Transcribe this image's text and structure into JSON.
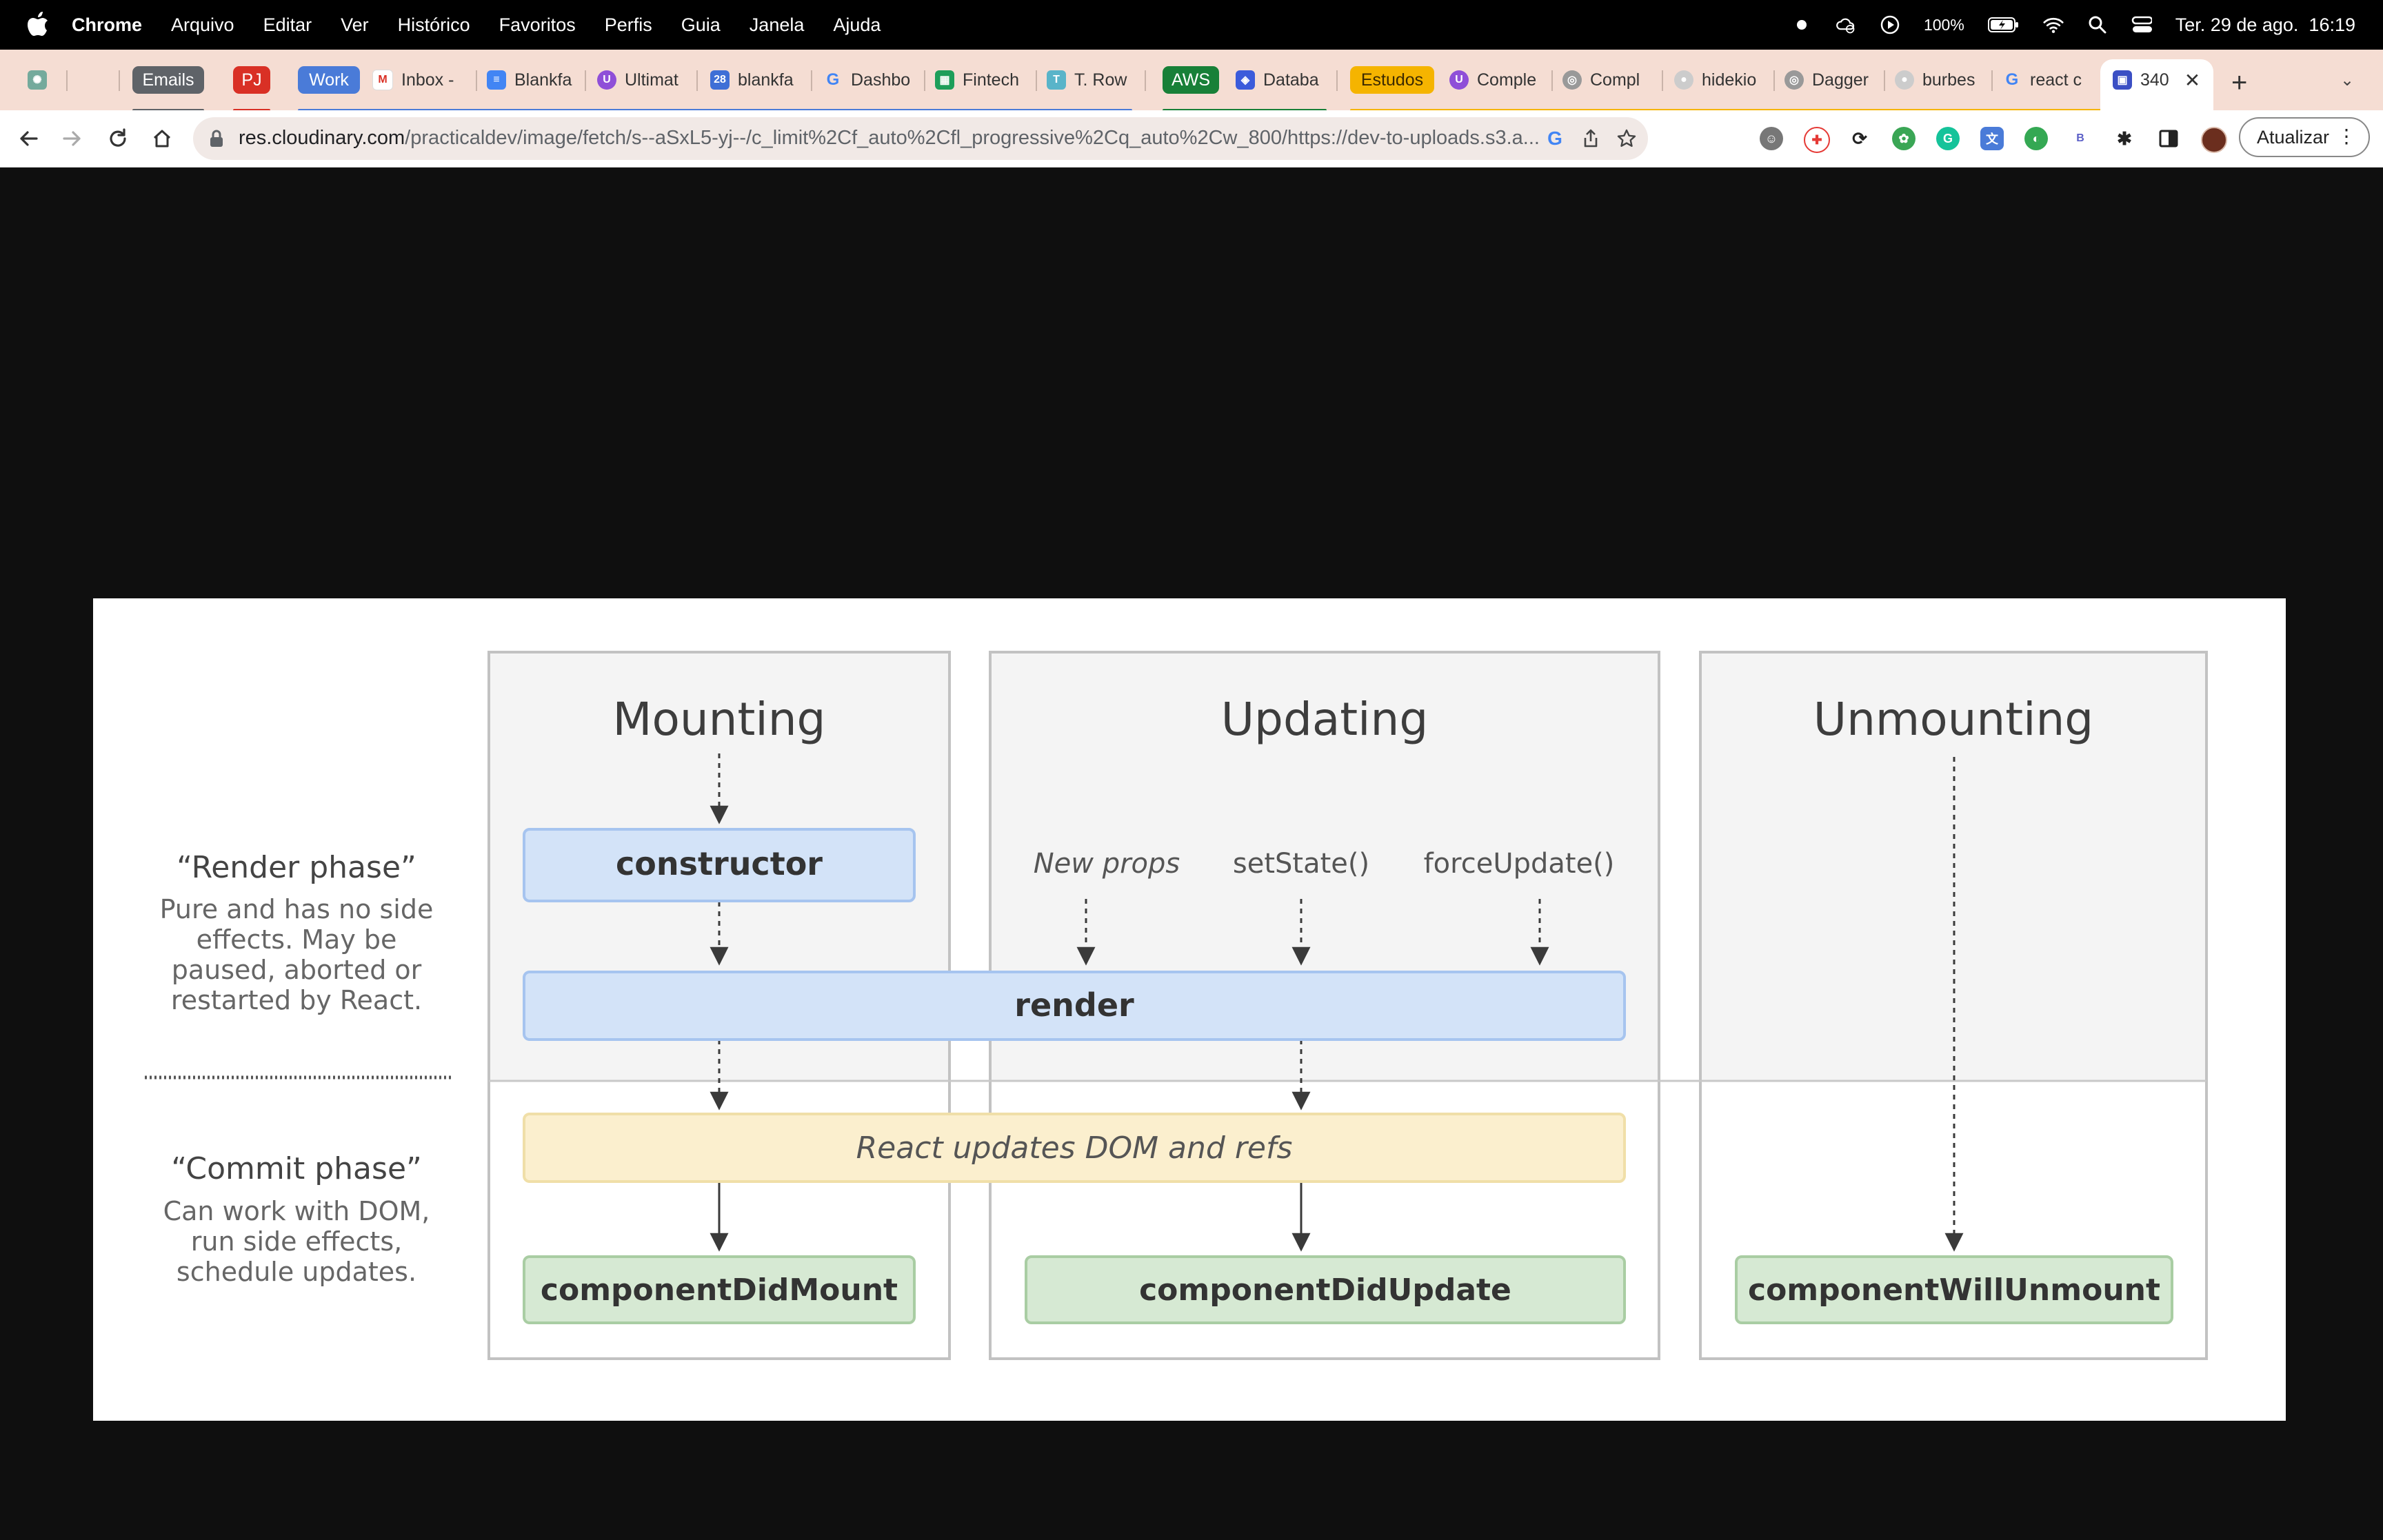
{
  "menubar": {
    "app": "Chrome",
    "items": [
      "Arquivo",
      "Editar",
      "Ver",
      "Histórico",
      "Favoritos",
      "Perfis",
      "Guia",
      "Janela",
      "Ajuda"
    ],
    "battery": "100%",
    "clock": "Ter. 29 de ago.  16:19"
  },
  "tabs": {
    "groups": {
      "emails": "Emails",
      "pj": "PJ",
      "work": "Work",
      "aws": "AWS",
      "estudos": "Estudos"
    },
    "titles": {
      "inbox": "Inbox -",
      "blankfa1": "Blankfa",
      "ultimate": "Ultimat",
      "blankfa2": "blankfa",
      "dashboard": "Dashbo",
      "fintech": "Fintech",
      "trowe": "T. Row",
      "database": "Databa",
      "comple1": "Comple",
      "comple2": "Compl",
      "hidekio": "hidekio",
      "dagger": "Dagger",
      "burbes": "burbes",
      "react": "react c",
      "active": "340"
    },
    "colors": {
      "emails": "#5f6368",
      "pj": "#d93025",
      "work": "#4a7bd8",
      "aws": "#188038",
      "estudos": "#f5b400"
    }
  },
  "toolbar": {
    "url_host": "res.cloudinary.com",
    "url_path": "/practicaldev/image/fetch/s--aSxL5-yj--/c_limit%2Cf_auto%2Cfl_progressive%2Cq_auto%2Cw_800/https://dev-to-uploads.s3.a...",
    "update_label": "Atualizar"
  },
  "diagram": {
    "columns": {
      "mounting": "Mounting",
      "updating": "Updating",
      "unmounting": "Unmounting"
    },
    "render_phase": {
      "title": "“Render phase”",
      "lines": [
        "Pure and has no side",
        "effects. May be",
        "paused, aborted or",
        "restarted by React."
      ]
    },
    "commit_phase": {
      "title": "“Commit phase”",
      "lines": [
        "Can work with DOM,",
        "run side effects,",
        "schedule updates."
      ]
    },
    "triggers": {
      "new_props": "New props",
      "set_state": "setState()",
      "force_update": "forceUpdate()"
    },
    "boxes": {
      "constructor": "constructor",
      "render": "render",
      "dom_update": "React updates DOM and refs",
      "did_mount": "componentDidMount",
      "did_update": "componentDidUpdate",
      "will_unmount": "componentWillUnmount"
    },
    "colors": {
      "blue_fill": "#d3e3f8",
      "blue_stroke": "#a6c4ef",
      "yellow_fill": "#fbefce",
      "yellow_stroke": "#f0dfa8",
      "green_fill": "#d6e9d3",
      "green_stroke": "#a9cda3",
      "column_fill": "#f4f4f4",
      "column_stroke": "#c8c8c8"
    }
  }
}
